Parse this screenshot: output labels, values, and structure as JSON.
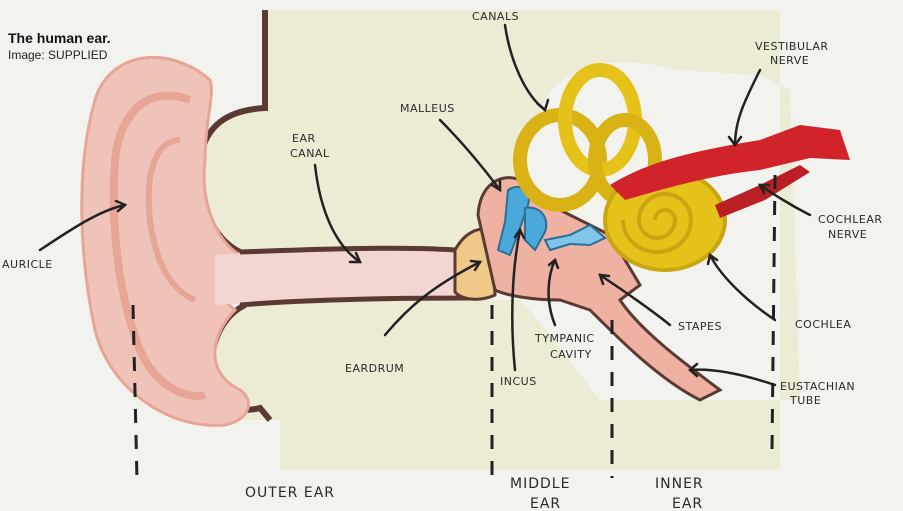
{
  "caption": {
    "title": "The human ear.",
    "credit": "Image: SUPPLIED"
  },
  "labels": {
    "canals": "CANALS",
    "vestibular_nerve_1": "VESTIBULAR",
    "vestibular_nerve_2": "NERVE",
    "malleus": "MALLEUS",
    "ear_canal_1": "EAR",
    "ear_canal_2": "CANAL",
    "cochlear_nerve_1": "COCHLEAR",
    "cochlear_nerve_2": "NERVE",
    "auricle": "AURICLE",
    "tympanic_cavity_1": "TYMPANIC",
    "tympanic_cavity_2": "CAVITY",
    "stapes": "STAPES",
    "cochlea": "COCHLEA",
    "eardrum": "EARDRUM",
    "incus": "INCUS",
    "eustachian_tube_1": "EUSTACHIAN",
    "eustachian_tube_2": "TUBE"
  },
  "sections": {
    "outer": "OUTER  EAR",
    "middle_1": "MIDDLE",
    "middle_2": "EAR",
    "inner_1": "INNER",
    "inner_2": "EAR"
  },
  "colors": {
    "background": "#f2f2ef",
    "skin": "#efc3b8",
    "skin_dark": "#e7a596",
    "head": "#ecebd3",
    "outline": "#5a3a32",
    "canal_fill": "#f3d6d2",
    "eardrum": "#f0c888",
    "ossicles": "#4aa8da",
    "inner_ear": "#e5c21a",
    "nerve": "#d0242a"
  }
}
